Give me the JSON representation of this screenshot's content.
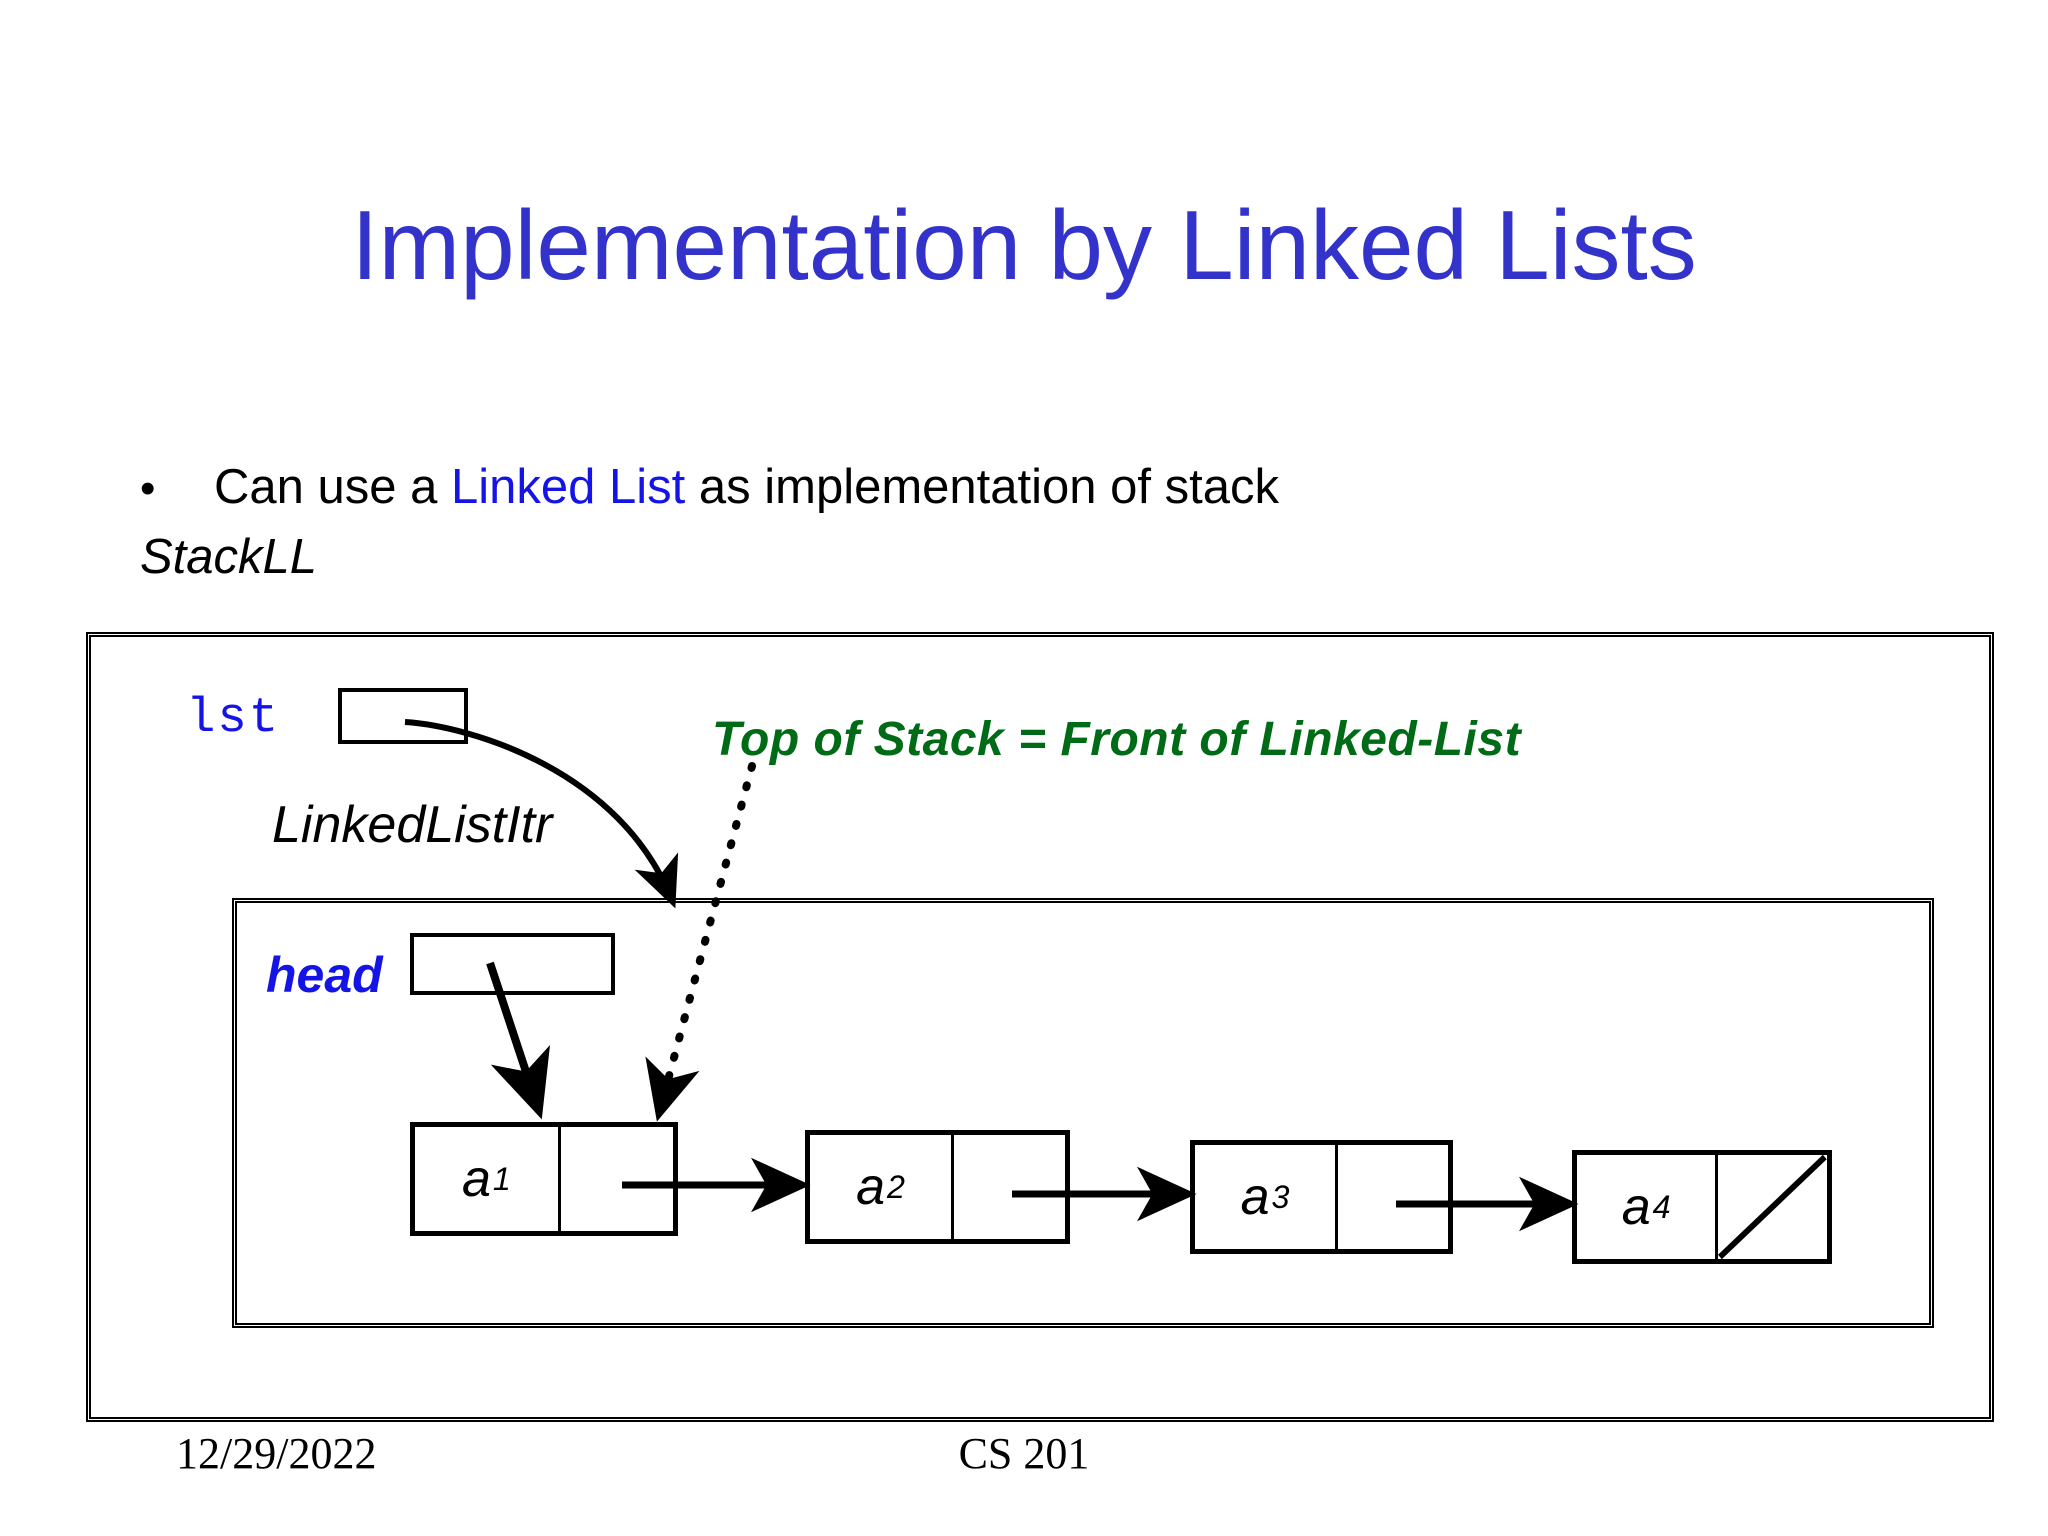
{
  "slide": {
    "title": "Implementation by Linked Lists",
    "colors": {
      "title_blue": "#3333CC",
      "keyword_blue": "#1414E6",
      "note_green": "#006B16",
      "ink_black": "#000000",
      "background": "#FFFFFF"
    }
  },
  "body": {
    "bullet_marker": "•",
    "bullet_before": "Can use a ",
    "bullet_keyword": "Linked List",
    "bullet_after": " as implementation of stack",
    "second_line": "StackLL"
  },
  "diagram": {
    "lst_label": "lst",
    "itr_label": "LinkedListItr",
    "note": "Top of Stack  = Front of Linked-List",
    "head_label": "head",
    "nodes": [
      {
        "data": "a",
        "subscript": "1",
        "next": "pointer"
      },
      {
        "data": "a",
        "subscript": "2",
        "next": "pointer"
      },
      {
        "data": "a",
        "subscript": "3",
        "next": "pointer"
      },
      {
        "data": "a",
        "subscript": "4",
        "next": "null"
      }
    ]
  },
  "footer": {
    "date": "12/29/2022",
    "course": "CS 201"
  }
}
